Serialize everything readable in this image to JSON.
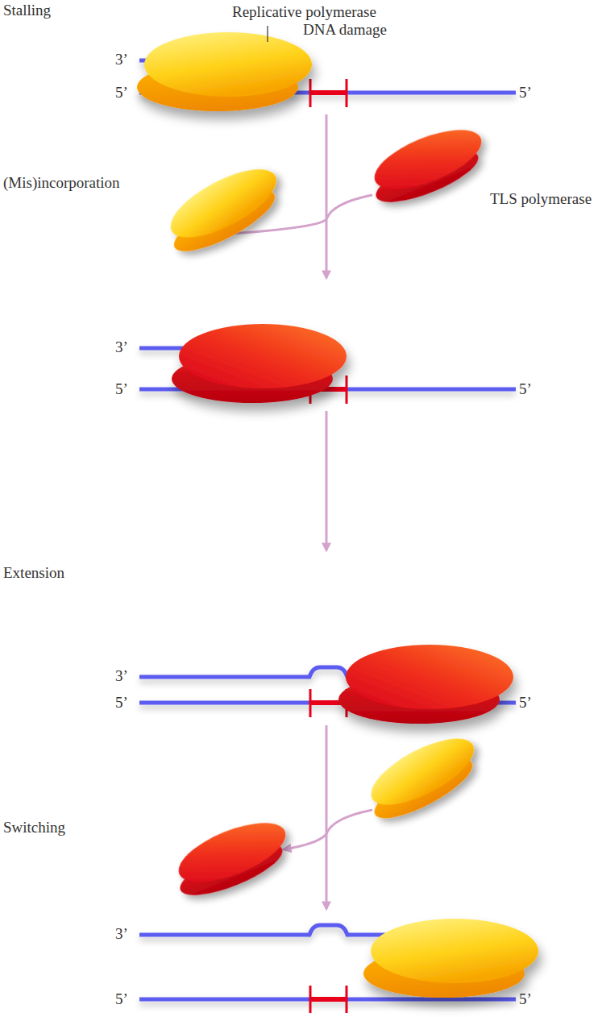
{
  "diagram": {
    "labels": [
      "Stalling",
      "Replicative polymerase",
      "DNA damage",
      "3’",
      "5’",
      "5’",
      "TLS polymerase",
      "(Mis)incorporation",
      "3’",
      "5’",
      "5’",
      "Extension",
      "3’",
      "5’",
      "5’",
      "Switching",
      "3’",
      "5’",
      "5’"
    ]
  }
}
